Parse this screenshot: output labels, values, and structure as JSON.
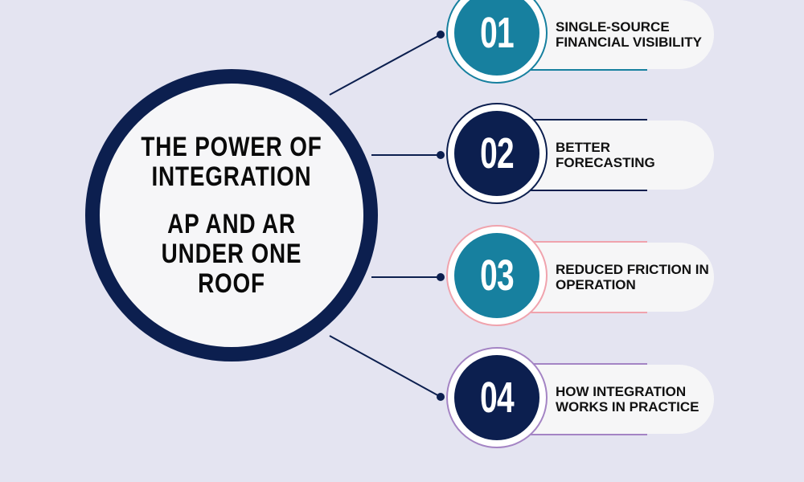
{
  "hub": {
    "title": "THE POWER OF INTEGRATION",
    "subtitle": "AP AND AR UNDER ONE ROOF"
  },
  "colors": {
    "background": "#e4e4f1",
    "navy": "#0c1f4f",
    "teal": "#17809f",
    "pink": "#f0a3ad",
    "purple": "#a484c4"
  },
  "items": [
    {
      "number": "01",
      "label": "SINGLE-SOURCE FINANCIAL VISIBILITY",
      "fill": "#17809f",
      "ring": "#17809f"
    },
    {
      "number": "02",
      "label": "BETTER FORECASTING",
      "fill": "#0c1f4f",
      "ring": "#0c1f4f"
    },
    {
      "number": "03",
      "label": "REDUCED FRICTION IN OPERATION",
      "fill": "#17809f",
      "ring": "#f0a3ad"
    },
    {
      "number": "04",
      "label": "HOW INTEGRATION WORKS IN PRACTICE",
      "fill": "#0c1f4f",
      "ring": "#a484c4"
    }
  ]
}
